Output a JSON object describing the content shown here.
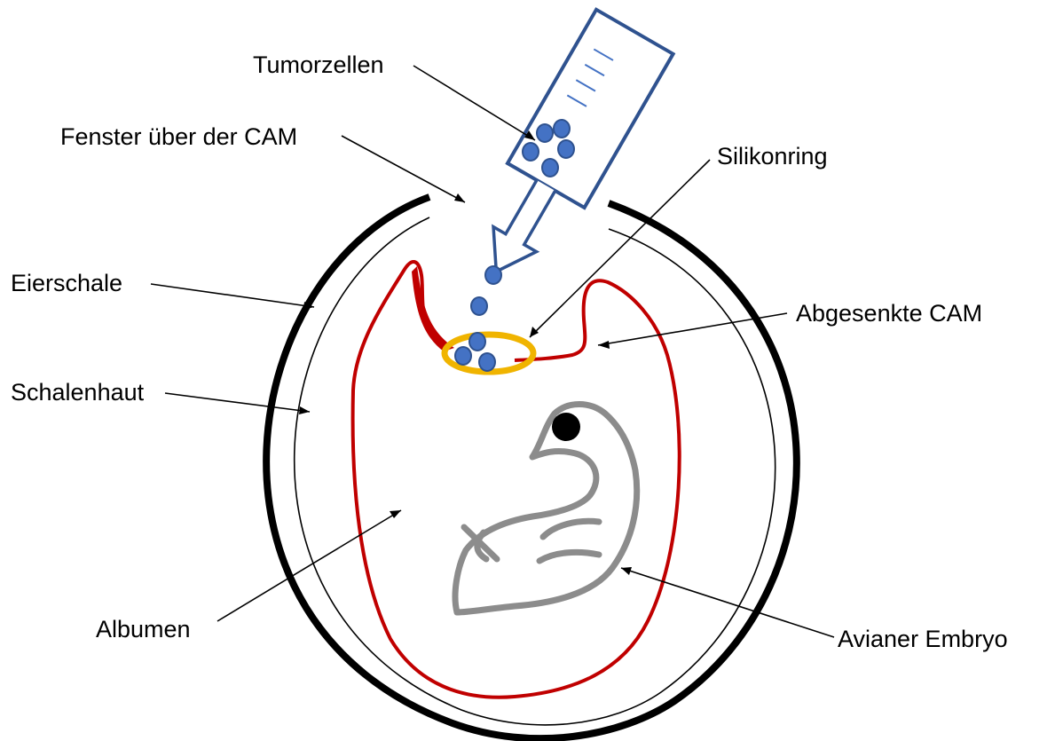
{
  "labels": {
    "tumor_cells": "Tumorzellen",
    "window": "Fenster über der CAM",
    "silicone_ring": "Silikonring",
    "eggshell": "Eierschale",
    "lowered_cam": "Abgesenkte CAM",
    "shell_membrane": "Schalenhaut",
    "albumen": "Albumen",
    "embryo": "Avianer Embryo"
  },
  "colors": {
    "eggshell": "#000000",
    "cam": "#c00000",
    "ring": "#f0b400",
    "cells_fill": "#4472c4",
    "cells_stroke": "#2f528f",
    "syringe": "#2f528f",
    "embryo": "#8c8c8c",
    "eye": "#000000"
  }
}
